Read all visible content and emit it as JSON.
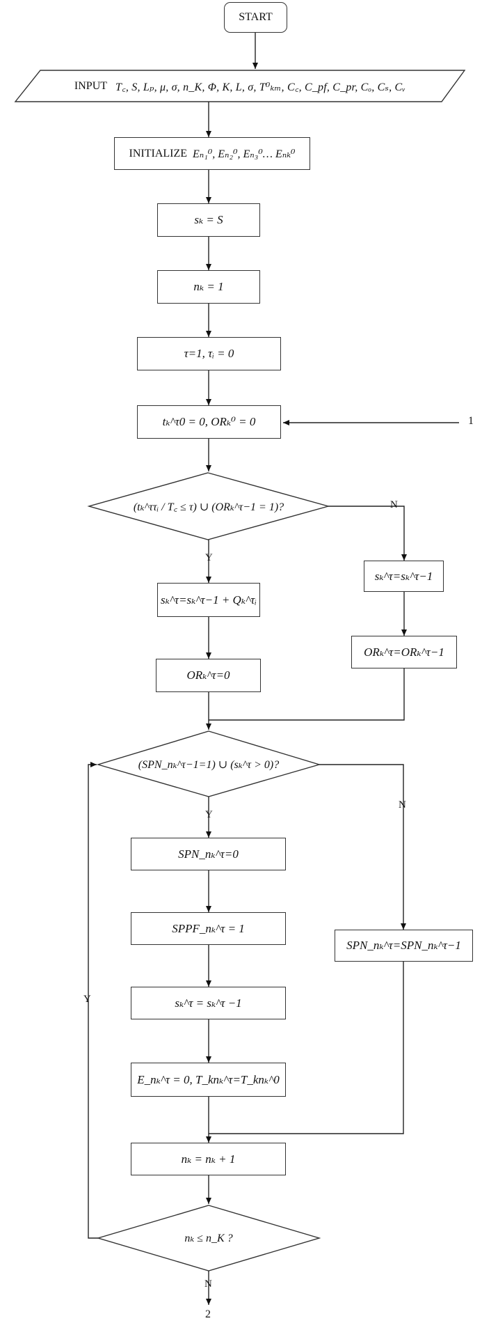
{
  "start": "START",
  "input": {
    "label": "INPUT",
    "vars": "T꜀, S, Lₚ, μ, σ, n_K, Φ, K, L, σ, T⁰ₖₘ, C꜀, C_pf, C_pr, Cₒ, Cₛ, Cᵥ"
  },
  "initialize": {
    "label": "INITIALIZE",
    "vars": "Eₙ₁⁰, Eₙ₂⁰, Eₙ₃⁰… Eₙₖ⁰"
  },
  "steps": {
    "s_init": "sₖ = S",
    "n_init": "nₖ = 1",
    "tau_init": "τ=1, τᵢ = 0",
    "t_init": "tₖ^τ0 = 0,  ORₖ⁰ = 0",
    "decision1": "(tₖ^ττᵢ / T꜀ ≤ τ) ∪ (ORₖ^τ−1 = 1)?",
    "s_update_yes": "sₖ^τ=sₖ^τ−1 + Qₖ^τᵢ",
    "or_zero": "ORₖ^τ=0",
    "s_update_no": "sₖ^τ=sₖ^τ−1",
    "or_prev": "ORₖ^τ=ORₖ^τ−1",
    "decision2": "(SPN_nₖ^τ−1=1) ∪ (sₖ^τ > 0)?",
    "spn_zero": "SPN_nₖ^τ=0",
    "sppf_one": "SPPF_nₖ^τ = 1",
    "s_decrement": "sₖ^τ = sₖ^τ −1",
    "e_reset": "E_nₖ^τ = 0, T_knₖ^τ=T_knₖ^0",
    "spn_prev": "SPN_nₖ^τ=SPN_nₖ^τ−1",
    "n_increment": "nₖ = nₖ + 1",
    "decision3": "nₖ ≤ n_K ?"
  },
  "labels": {
    "y1": "Y",
    "n1": "N",
    "y2": "Y",
    "n2": "N",
    "y_loop": "Y",
    "n_end": "N",
    "connector_in": "1",
    "connector_out": "2"
  }
}
